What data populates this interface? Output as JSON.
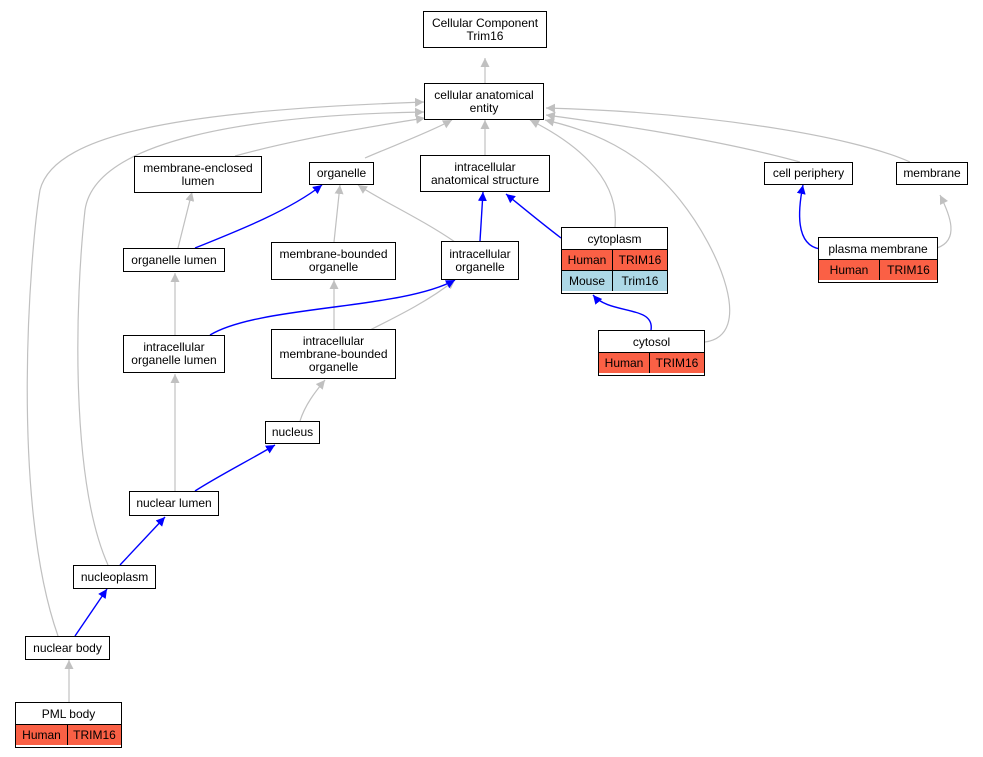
{
  "colors": {
    "is_a": "#c0c0c0",
    "part_of": "#0000ff",
    "human": "#fa6045",
    "mouse": "#add8e6"
  },
  "nodes": {
    "root": {
      "line1": "Cellular Component",
      "line2": "Trim16"
    },
    "cae": {
      "line1": "cellular anatomical",
      "line2": "entity"
    },
    "mel": {
      "line1": "membrane-enclosed",
      "line2": "lumen"
    },
    "organelle": {
      "line1": "organelle"
    },
    "ias": {
      "line1": "intracellular",
      "line2": "anatomical structure"
    },
    "cell_periphery": {
      "line1": "cell periphery"
    },
    "membrane": {
      "line1": "membrane"
    },
    "organelle_lumen": {
      "line1": "organelle lumen"
    },
    "mbo": {
      "line1": "membrane-bounded",
      "line2": "organelle"
    },
    "io": {
      "line1": "intracellular",
      "line2": "organelle"
    },
    "iol": {
      "line1": "intracellular",
      "line2": "organelle lumen"
    },
    "imbo": {
      "line1": "intracellular",
      "line2": "membrane-bounded",
      "line3": "organelle"
    },
    "nucleus": {
      "line1": "nucleus"
    },
    "nuclear_lumen": {
      "line1": "nuclear lumen"
    },
    "nucleoplasm": {
      "line1": "nucleoplasm"
    },
    "nuclear_body": {
      "line1": "nuclear body"
    }
  },
  "terms": {
    "cytoplasm": {
      "title": "cytoplasm",
      "rows": [
        {
          "species": "Human",
          "gene": "TRIM16"
        },
        {
          "species": "Mouse",
          "gene": "Trim16"
        }
      ]
    },
    "cytosol": {
      "title": "cytosol",
      "rows": [
        {
          "species": "Human",
          "gene": "TRIM16"
        }
      ]
    },
    "plasma_membrane": {
      "title": "plasma membrane",
      "rows": [
        {
          "species": "Human",
          "gene": "TRIM16"
        }
      ]
    },
    "pml_body": {
      "title": "PML body",
      "rows": [
        {
          "species": "Human",
          "gene": "TRIM16"
        }
      ]
    }
  }
}
